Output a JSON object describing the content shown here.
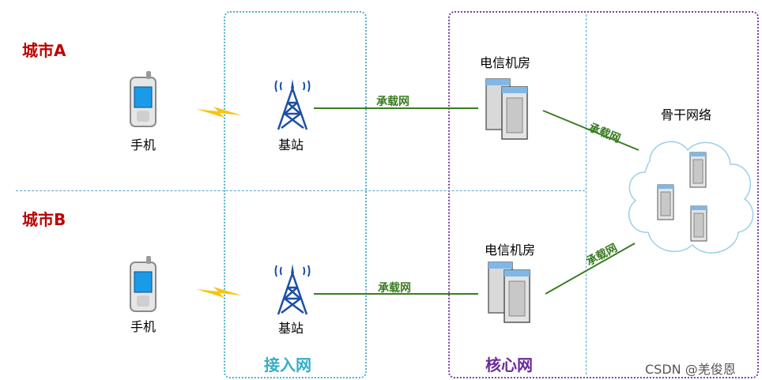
{
  "cities": [
    "城市A",
    "城市B"
  ],
  "labels": {
    "phone": "手机",
    "base_station": "基站",
    "telecom_room": "电信机房",
    "backbone": "骨干网络",
    "bearer_net": "承载网"
  },
  "regions": {
    "access": "接入网",
    "core": "核心网"
  },
  "watermark": "CSDN @羌俊恩",
  "colors": {
    "city": "#c00000",
    "bearer_line": "#3a7d22",
    "access_border": "#4bb3c8",
    "access_title": "#35aec6",
    "core_border": "#7a3fa0",
    "core_title": "#6a2b9a",
    "signal": "#f5c518",
    "tower": "#1d4fa6"
  }
}
